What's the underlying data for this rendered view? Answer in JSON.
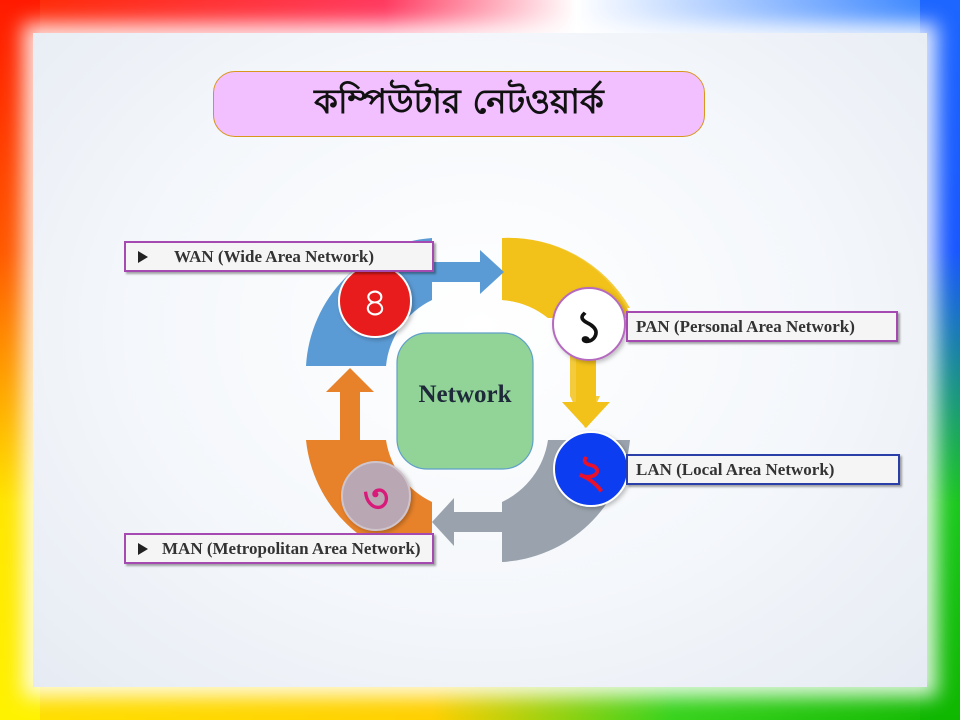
{
  "title": "কম্পিউটার নেটওয়ার্ক",
  "center_label": "Network",
  "items": [
    {
      "number": "১",
      "label": "PAN (Personal Area Network)",
      "circle_color": "#ffffff",
      "number_color": "#111111"
    },
    {
      "number": "২",
      "label": "LAN (Local Area Network)",
      "circle_color": "#0a3cf0",
      "number_color": "#e8102a"
    },
    {
      "number": "৩",
      "label": "MAN (Metropolitan Area Network)",
      "circle_color": "#b9a8b4",
      "number_color": "#d81a7a"
    },
    {
      "number": "৪",
      "label": "WAN (Wide  Area Network)",
      "circle_color": "#e81b1b",
      "number_color": "#ffffff"
    }
  ],
  "colors": {
    "segment_top_right": "#f2c21b",
    "segment_bottom_right": "#9aa3ad",
    "segment_bottom_left": "#e8822a",
    "segment_top_left": "#5b9bd5",
    "center_fill": "#92d497",
    "label_border": "#a54ab0",
    "title_fill": "#f2c0ff"
  }
}
